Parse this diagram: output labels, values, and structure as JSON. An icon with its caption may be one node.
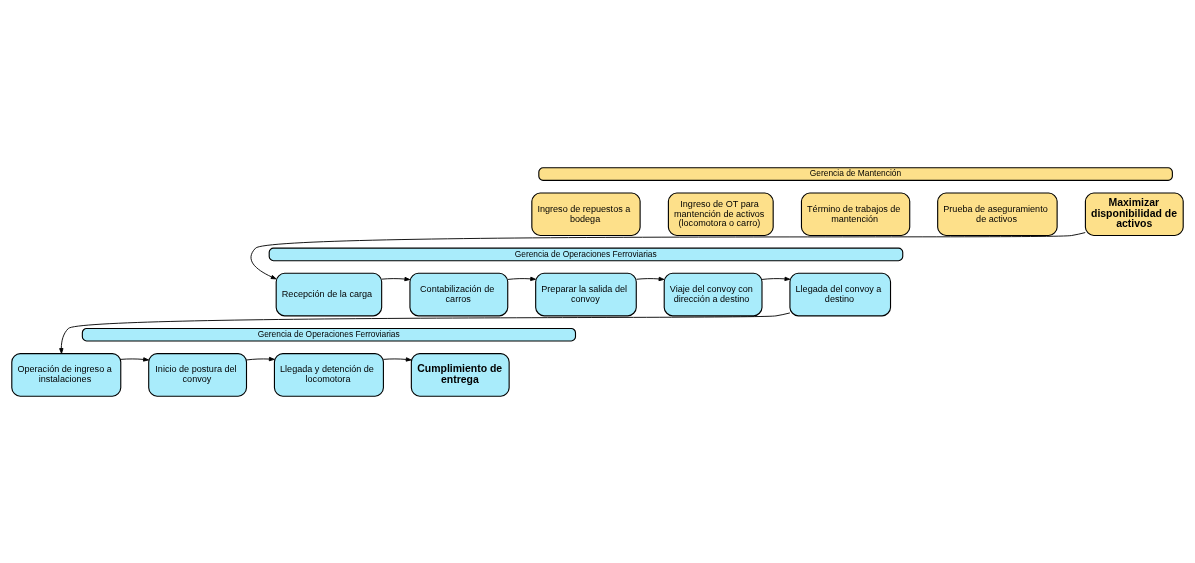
{
  "diagram": {
    "nodes": [
      {
        "text": [
          "Gerencia de Mantención"
        ]
      },
      {
        "text": [
          "Ingreso de repuestos a bodega"
        ]
      },
      {
        "text": [
          "Ingreso de OT para mantención de activos (locomotora o carro)"
        ]
      },
      {
        "text": [
          "Término de trabajos de mantención"
        ]
      },
      {
        "text": [
          "Prueba de aseguramiento de activos"
        ]
      },
      {
        "text": [
          "Maximizar disponibilidad de activos"
        ]
      },
      {
        "text": [
          "Gerencia de Operaciones Ferroviarias"
        ]
      },
      {
        "text": [
          "Recepción de la carga"
        ]
      },
      {
        "text": [
          "Contabilización de carros"
        ]
      },
      {
        "text": [
          "Preparar la salida del convoy"
        ]
      },
      {
        "text": [
          "Viaje del convoy con dirección a destino"
        ]
      },
      {
        "text": [
          "Llegada del convoy a destino"
        ]
      },
      {
        "text": [
          "Gerencia de Operaciones Ferroviarias"
        ]
      },
      {
        "text": [
          "Operación de ingreso a instalaciones"
        ]
      },
      {
        "text": [
          "Inicio de postura del convoy"
        ]
      },
      {
        "text": [
          "Llegada y detención de locomotora"
        ]
      },
      {
        "text": [
          "Cumplimiento de entrega"
        ]
      }
    ],
    "edges": [
      {
        "from": 5,
        "to": 7,
        "arrow": "to"
      },
      {
        "from": 7,
        "to": 8,
        "arrow": "to"
      },
      {
        "from": 8,
        "to": 9,
        "arrow": "to"
      },
      {
        "from": 9,
        "to": 10,
        "arrow": "to"
      },
      {
        "from": 10,
        "to": 11,
        "arrow": "to"
      },
      {
        "from": 11,
        "to": 13,
        "arrow": "to"
      },
      {
        "from": 13,
        "to": 14,
        "arrow": "to"
      },
      {
        "from": 14,
        "to": 15,
        "arrow": "to"
      },
      {
        "from": 15,
        "to": 16,
        "arrow": "to"
      }
    ]
  }
}
